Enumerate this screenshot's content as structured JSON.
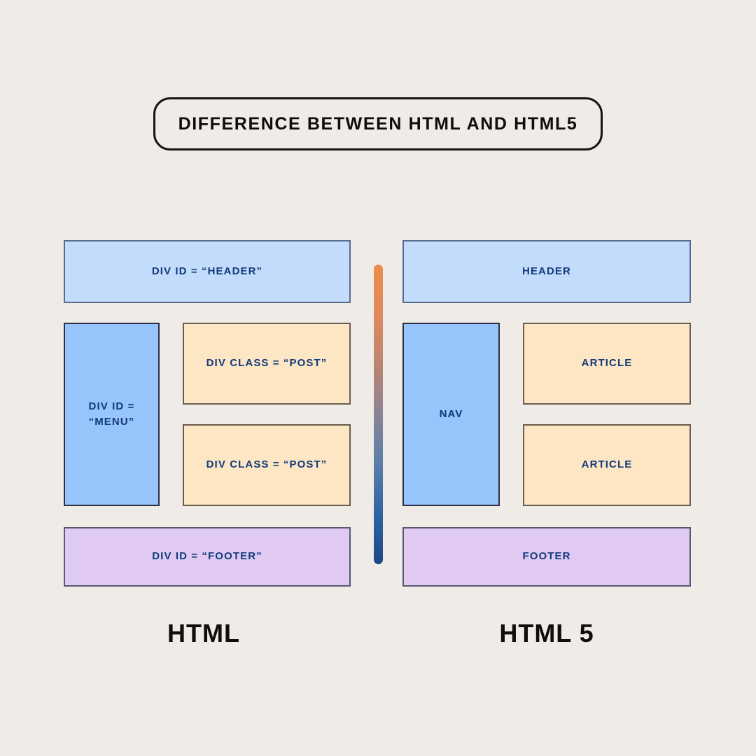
{
  "title": {
    "text": "DIFFERENCE BETWEEN HTML AND HTML5"
  },
  "background_color": "#efebe7",
  "divider": {
    "name": "gradient-divider",
    "gradient_top_color": "#ec8b4c",
    "gradient_bottom_color": "#1a4784"
  },
  "columns": [
    {
      "caption": "HTML",
      "boxes": [
        {
          "label": "DIV ID = “HEADER”",
          "role": "header",
          "fill": "#c3dcfb",
          "border": "#5a6a8c"
        },
        {
          "label": "DIV ID =\n“MENU”",
          "role": "menu",
          "fill": "#96c4fb",
          "border": "#2b3448"
        },
        {
          "label": "DIV CLASS = “POST”",
          "role": "post",
          "fill": "#fde6c4",
          "border": "#6b5c4e"
        },
        {
          "label": "DIV CLASS = “POST”",
          "role": "post",
          "fill": "#fde6c4",
          "border": "#6b5c4e"
        },
        {
          "label": "DIV ID = “FOOTER”",
          "role": "footer",
          "fill": "#e0caf4",
          "border": "#565a70"
        }
      ]
    },
    {
      "caption": "HTML 5",
      "boxes": [
        {
          "label": "HEADER",
          "role": "header",
          "fill": "#c3dcfb",
          "border": "#5a6a8c"
        },
        {
          "label": "NAV",
          "role": "nav",
          "fill": "#96c4fb",
          "border": "#2b3448"
        },
        {
          "label": "ARTICLE",
          "role": "article",
          "fill": "#fde6c4",
          "border": "#6b5c4e"
        },
        {
          "label": "ARTICLE",
          "role": "article",
          "fill": "#fde6c4",
          "border": "#6b5c4e"
        },
        {
          "label": "FOOTER",
          "role": "footer",
          "fill": "#e0caf4",
          "border": "#565a70"
        }
      ]
    }
  ],
  "text_color": "#123a7a"
}
